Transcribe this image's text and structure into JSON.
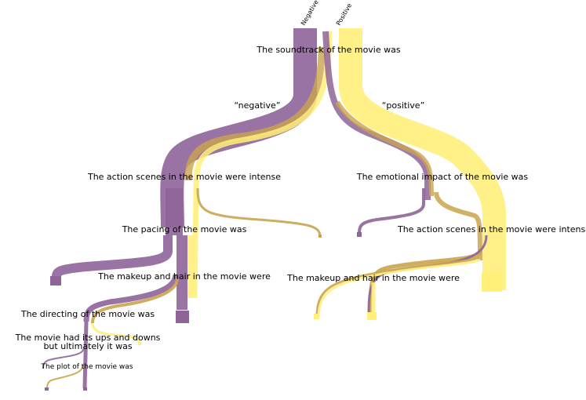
{
  "legend": {
    "negative": "Negative",
    "positive": "Positive"
  },
  "colors": {
    "negative": "#8e6499",
    "positive": "#fff07a",
    "mixed": "#c9a44e"
  },
  "nodes": {
    "root": "The soundtrack of the movie was",
    "negative_branch": "“negative”",
    "positive_branch": "“positive”",
    "neg_action": "The action scenes in the movie were intense",
    "neg_pacing": "The pacing of the movie was",
    "neg_makeup": "The makeup and hair in the movie were",
    "neg_directing": "The directing of the movie was",
    "neg_ups_downs_line1": "The movie had its ups and downs",
    "neg_ups_downs_line2": "but ultimately it was",
    "neg_plot": "The plot of the movie was",
    "pos_emotional": "The emotional impact of the movie was",
    "pos_action": "The action scenes in the movie were intense",
    "pos_makeup": "The makeup and hair in the movie were"
  }
}
